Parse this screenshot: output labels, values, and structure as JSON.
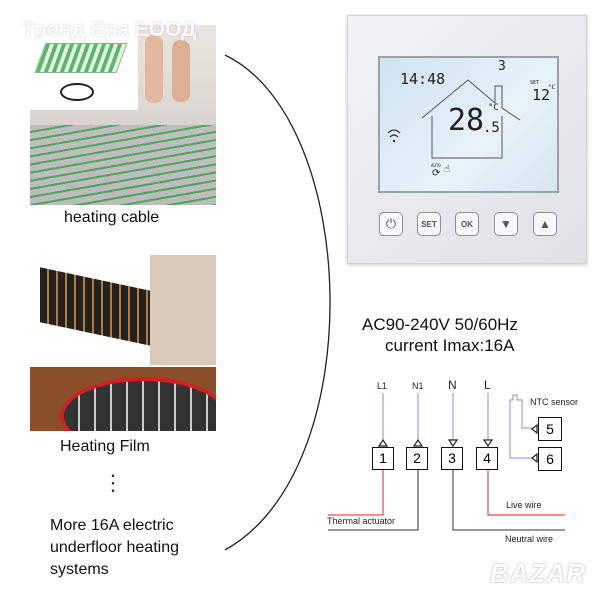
{
  "watermark": "Тренд Ера ЕООД",
  "products": [
    {
      "caption": "heating cable"
    },
    {
      "caption": "Heating Film"
    }
  ],
  "ellipsis": "⋮",
  "more": [
    "More 16A electric",
    "underfloor heating",
    "systems"
  ],
  "thermostat": {
    "time": "14:48",
    "zone": "3",
    "set_label": "SET",
    "set_temp": "12",
    "unit": "°C",
    "room_temp_int": "28",
    "room_temp_dec": ".5",
    "auto_label": "AUTO",
    "buttons": [
      {
        "name": "power",
        "label": "⏻"
      },
      {
        "name": "set",
        "label": "SET"
      },
      {
        "name": "ok",
        "label": "OK"
      },
      {
        "name": "down",
        "label": "▼"
      },
      {
        "name": "up",
        "label": "▲"
      }
    ]
  },
  "spec": {
    "line1": "AC90-240V 50/60Hz",
    "line2": "current Imax:16A"
  },
  "wiring": {
    "inputs": [
      "L1",
      "N1",
      "N",
      "L"
    ],
    "terminals": [
      "1",
      "2",
      "3",
      "4",
      "5",
      "6"
    ],
    "sensor": "NTC sensor",
    "thermal_actuator": "Thermal actuator",
    "live_wire": "Live wire",
    "neutral_wire": "Neutral wire",
    "colors": {
      "live": "#e02020",
      "neutral": "#333333",
      "signal": "#8a8fd0"
    }
  },
  "logo": "BAZAR"
}
